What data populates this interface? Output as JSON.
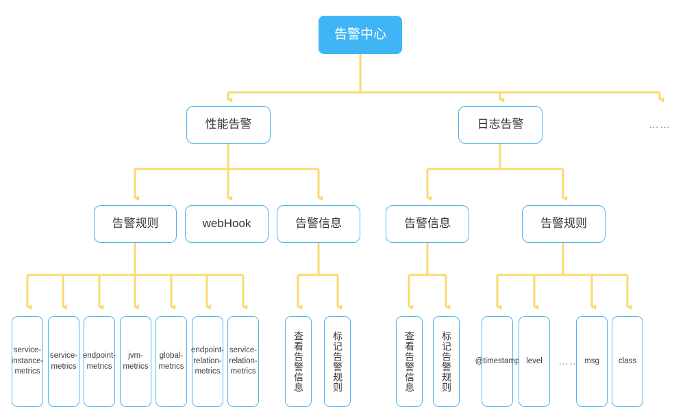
{
  "diagram": {
    "title": "告警中心",
    "accent_blue": "#40B5F5",
    "border_blue": "#4BB3F0",
    "connector_amber": "#FBD96E",
    "ellipsis_symbol": "……"
  },
  "root": {
    "label": "告警中心"
  },
  "level2": [
    {
      "label": "性能告警"
    },
    {
      "label": "日志告警"
    },
    {
      "label": "……"
    }
  ],
  "level3": [
    {
      "label": "告警规则"
    },
    {
      "label": "webHook"
    },
    {
      "label": "告警信息"
    },
    {
      "label": "告警信息"
    },
    {
      "label": "告警规则"
    }
  ],
  "leaves": {
    "perf_rules": [
      {
        "label": "service-instance-metrics"
      },
      {
        "label": "service-metrics"
      },
      {
        "label": "endpoint-metrics"
      },
      {
        "label": "jvm-metrics"
      },
      {
        "label": "global-metrics"
      },
      {
        "label": "endpoint-relation-metrics"
      },
      {
        "label": "service-relation-metrics"
      }
    ],
    "perf_info": [
      {
        "label": "查看告警信息"
      },
      {
        "label": "标记告警规则"
      }
    ],
    "log_info": [
      {
        "label": "查看告警信息"
      },
      {
        "label": "标记告警规则"
      }
    ],
    "log_rules": [
      {
        "label": "@timestamp"
      },
      {
        "label": "level"
      },
      {
        "label": "msg"
      },
      {
        "label": "class"
      }
    ],
    "log_rules_ellipsis": "……"
  }
}
